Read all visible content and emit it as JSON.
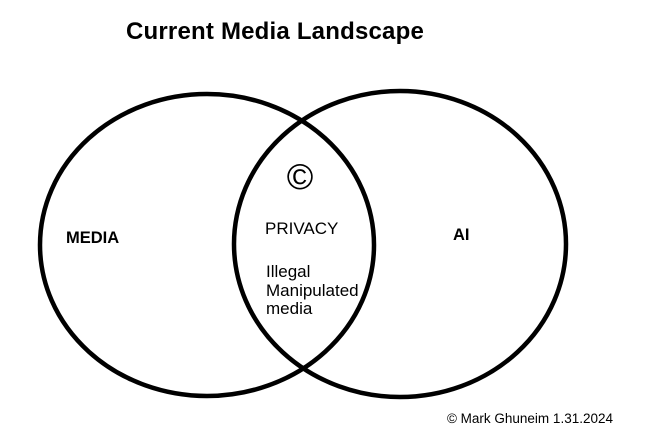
{
  "title": "Current Media Landscape",
  "venn": {
    "left": {
      "label": "MEDIA"
    },
    "right": {
      "label": "AI"
    },
    "intersection": {
      "symbol": "©",
      "heading": "PRIVACY",
      "lines": [
        "Illegal",
        "Manipulated",
        "media"
      ]
    }
  },
  "credit": "© Mark Ghuneim 1.31.2024",
  "colors": {
    "background": "#ffffff",
    "circle_stroke": "#000000",
    "text": "#000000"
  }
}
